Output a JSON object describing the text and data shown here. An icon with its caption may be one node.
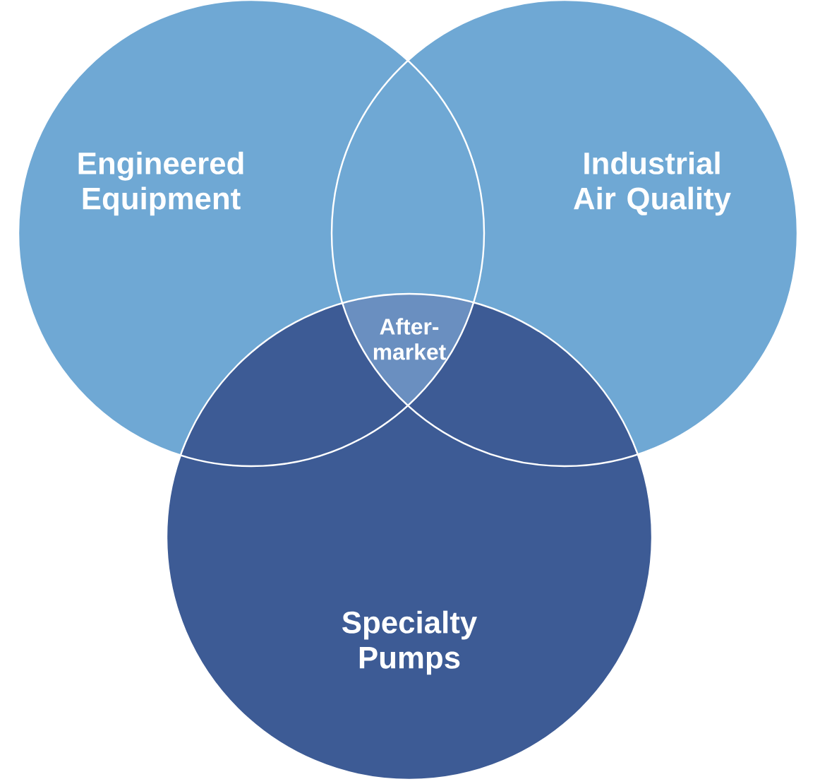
{
  "diagram": {
    "nodes": [
      {
        "text": [
          "Engineered Equipment"
        ]
      },
      {
        "text": [
          "Industrial Air Quality"
        ]
      },
      {
        "text": [
          "Specialty Pumps"
        ]
      },
      {
        "text": [
          "After- market"
        ]
      }
    ]
  }
}
